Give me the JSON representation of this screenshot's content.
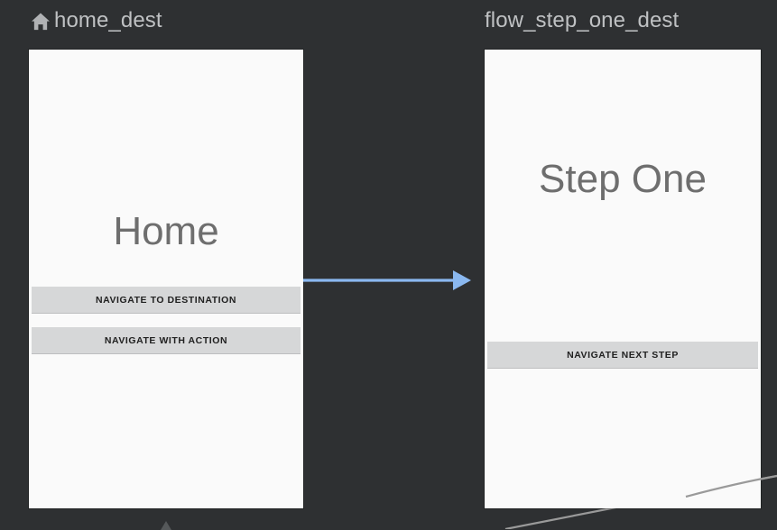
{
  "editor": {
    "name": "navigation-editor-canvas",
    "background_color": "#2e3032",
    "accent_action_color": "#8ab8f0",
    "connector_color": "#9a9a9a"
  },
  "destinations": [
    {
      "id": "home_dest",
      "label": "home_dest",
      "is_start_destination": true,
      "start_icon": "home-icon",
      "screen_title": "Home",
      "buttons": [
        {
          "label": "NAVIGATE TO DESTINATION"
        },
        {
          "label": "NAVIGATE WITH ACTION"
        }
      ]
    },
    {
      "id": "flow_step_one_dest",
      "label": "flow_step_one_dest",
      "is_start_destination": false,
      "screen_title": "Step One",
      "buttons": [
        {
          "label": "NAVIGATE NEXT STEP"
        }
      ]
    }
  ],
  "actions": [
    {
      "name": "home-to-step-one-action",
      "from": "home_dest",
      "to": "flow_step_one_dest",
      "color": "#8ab8f0"
    }
  ]
}
